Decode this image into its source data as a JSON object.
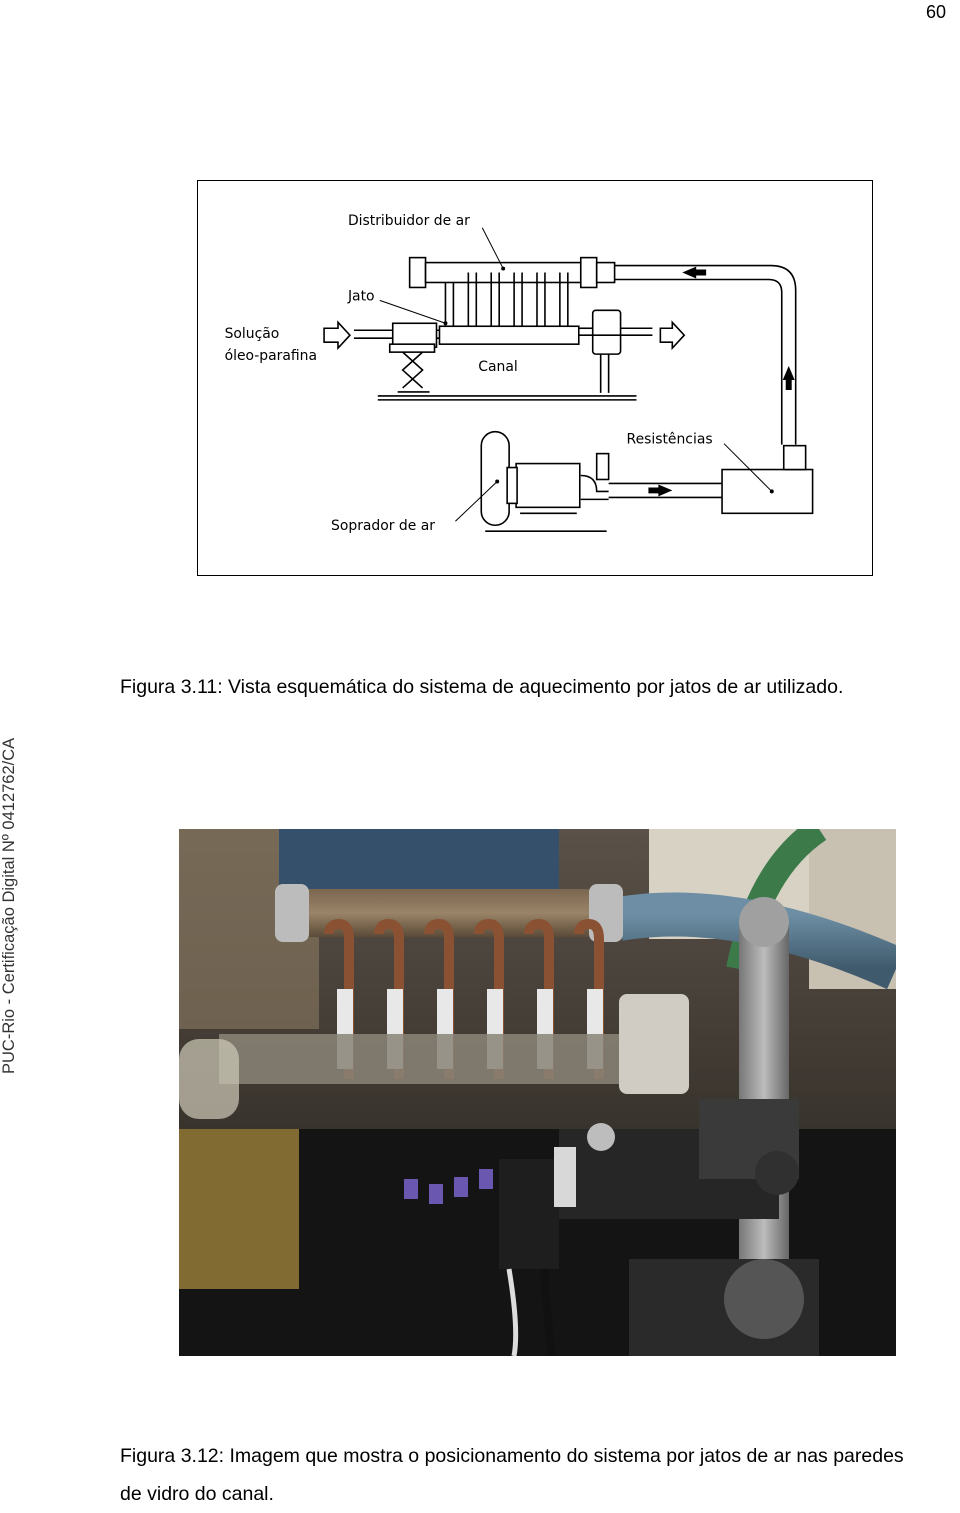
{
  "page": {
    "number": "60",
    "side_stamp": "PUC-Rio - Certificação Digital Nº 0412762/CA"
  },
  "figure1": {
    "labels": {
      "distribuidor": "Distribuidor de ar",
      "jato": "Jato",
      "solucao_1": "Solução",
      "solucao_2": "óleo-parafina",
      "canal": "Canal",
      "resistencias": "Resistências",
      "soprador": "Soprador de ar"
    },
    "caption": "Figura 3.11: Vista esquemática do sistema de aquecimento por jatos de ar utilizado."
  },
  "figure2": {
    "caption": "Figura 3.12: Imagem que mostra o posicionamento do sistema por jatos de ar nas paredes de vidro do canal."
  }
}
